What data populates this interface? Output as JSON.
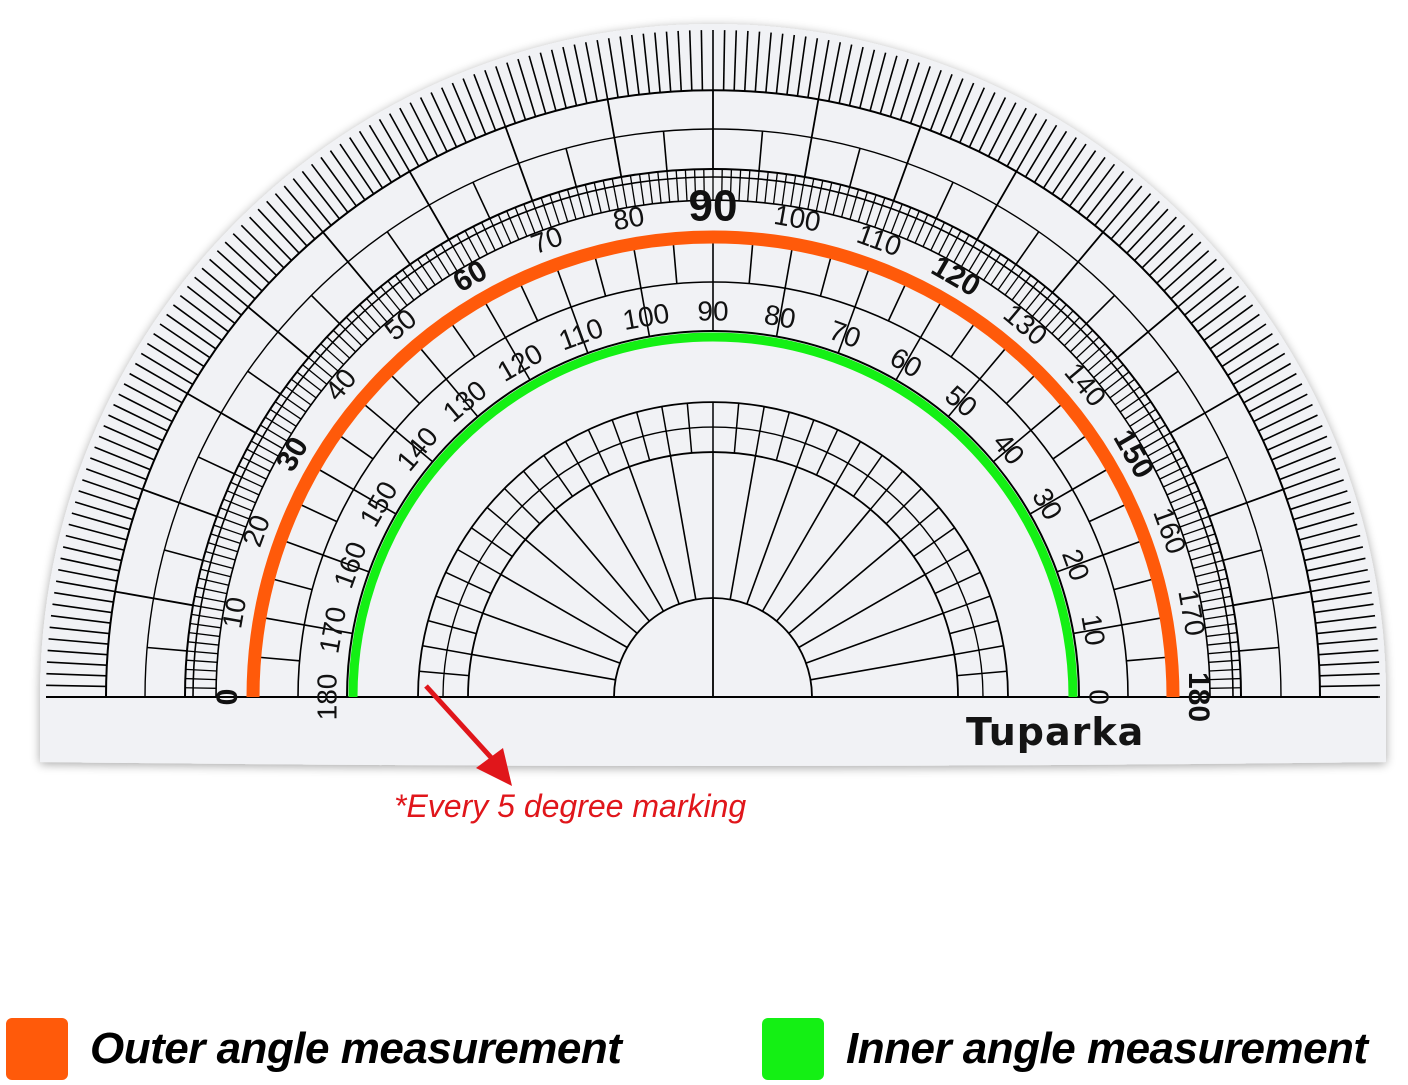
{
  "protractor": {
    "brand": "Tuparka",
    "outer_scale": {
      "label": "Outer angle measurement",
      "color": "#ff5a0a",
      "ticks": [
        "0",
        "10",
        "20",
        "30",
        "40",
        "50",
        "60",
        "70",
        "80",
        "90",
        "100",
        "110",
        "120",
        "130",
        "140",
        "150",
        "160",
        "170",
        "180"
      ],
      "bold_ticks": [
        "0",
        "30",
        "60",
        "90",
        "120",
        "150",
        "180"
      ]
    },
    "inner_scale": {
      "label": "Inner angle measurement",
      "color": "#14f014",
      "ticks": [
        "180",
        "170",
        "160",
        "150",
        "140",
        "130",
        "120",
        "110",
        "100",
        "90",
        "80",
        "70",
        "60",
        "50",
        "40",
        "30",
        "20",
        "10",
        "0"
      ]
    }
  },
  "annotation": {
    "text": "*Every 5 degree marking",
    "color": "#e0161b",
    "arrow_icon": "arrow-down-right-icon"
  },
  "legend": [
    {
      "label": "Outer angle measurement",
      "color": "#ff5a0a"
    },
    {
      "label": "Inner angle measurement",
      "color": "#14f014"
    }
  ]
}
